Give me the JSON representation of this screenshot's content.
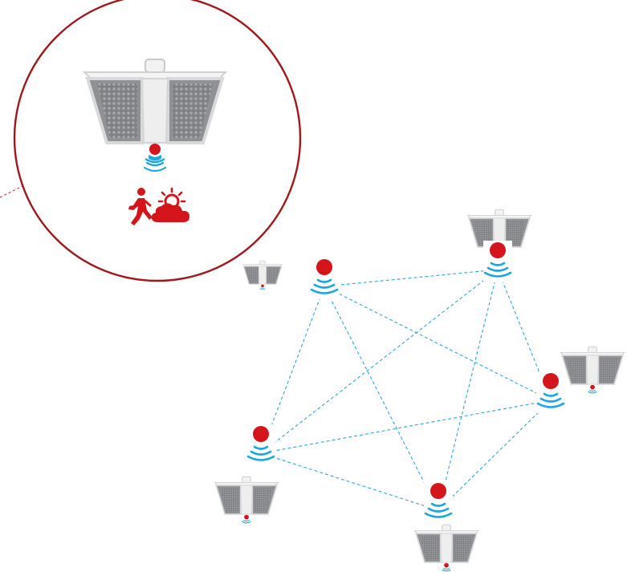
{
  "diagram": {
    "nodes": [
      {
        "id": "n1",
        "kind": "sensor-node",
        "icon": "wireless-signal-icon"
      },
      {
        "id": "n2",
        "kind": "sensor-node",
        "icon": "wireless-signal-icon"
      },
      {
        "id": "n3",
        "kind": "sensor-node",
        "icon": "wireless-signal-icon"
      },
      {
        "id": "n4",
        "kind": "sensor-node",
        "icon": "wireless-signal-icon"
      },
      {
        "id": "n5",
        "kind": "sensor-node",
        "icon": "wireless-signal-icon"
      }
    ],
    "links": [
      [
        "n1",
        "n2"
      ],
      [
        "n1",
        "n3"
      ],
      [
        "n1",
        "n4"
      ],
      [
        "n1",
        "n5"
      ],
      [
        "n2",
        "n3"
      ],
      [
        "n2",
        "n4"
      ],
      [
        "n2",
        "n5"
      ],
      [
        "n3",
        "n4"
      ],
      [
        "n3",
        "n5"
      ],
      [
        "n4",
        "n5"
      ]
    ],
    "callout": {
      "icons": [
        "walking-person-icon",
        "sun-cloud-icon"
      ],
      "meaning": [
        "motion",
        "daylight"
      ]
    }
  },
  "colors": {
    "accent_red": "#d4161c",
    "callout_border": "#a3171b",
    "signal_blue": "#1aa7df",
    "link_blue": "#29a8dc",
    "fixture_frame": "#e6e7e9",
    "fixture_panel": "#8a8c8f"
  }
}
